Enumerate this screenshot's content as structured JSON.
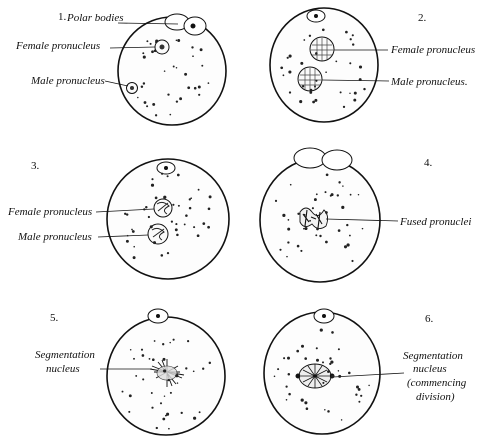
{
  "panels": [
    {
      "number": "1.",
      "labels": [
        "Polar bodies",
        "Female pronucleus",
        "Male pronucleus"
      ]
    },
    {
      "number": "2.",
      "labels": [
        "Female pronucleus",
        "Male pronucleus."
      ]
    },
    {
      "number": "3.",
      "labels": [
        "Female pronucleus",
        "Male pronucleus"
      ]
    },
    {
      "number": "4.",
      "labels": [
        "Fused pronuclei"
      ]
    },
    {
      "number": "5.",
      "labels": [
        "Segmentation",
        "nucleus"
      ]
    },
    {
      "number": "6.",
      "labels": [
        "Segmentation",
        "nucleus",
        "(commencing",
        "division)"
      ]
    }
  ]
}
